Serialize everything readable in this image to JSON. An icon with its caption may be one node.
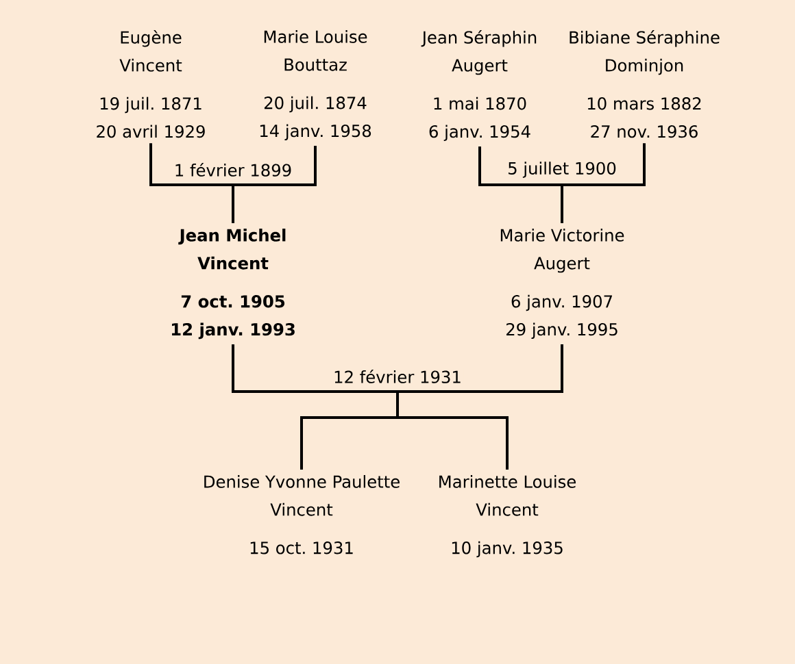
{
  "diagram": {
    "nodes": [
      {
        "text": [
          "Eugène Vincent",
          "19 juil. 1871",
          "20 avril 1929"
        ]
      },
      {
        "text": [
          "Marie Louise Bouttaz",
          "20 juil. 1874",
          "14 janv. 1958"
        ]
      },
      {
        "text": [
          "Jean Séraphin Augert",
          "1 mai 1870",
          "6 janv. 1954"
        ]
      },
      {
        "text": [
          "Bibiane Séraphine Dominjon",
          "10 mars 1882",
          "27 nov. 1936"
        ]
      },
      {
        "text": [
          "Jean Michel Vincent",
          "7 oct. 1905",
          "12 janv. 1993"
        ]
      },
      {
        "text": [
          "Marie Victorine Augert",
          "6 janv. 1907",
          "29 janv. 1995"
        ]
      },
      {
        "text": [
          "Denise Yvonne Paulette Vincent",
          "15 oct. 1931"
        ]
      },
      {
        "text": [
          "Marinette Louise Vincent",
          "10 janv. 1935"
        ]
      }
    ],
    "edges": [
      {
        "from": 0,
        "to": 4,
        "arrow": "none",
        "label": "1 février 1899"
      },
      {
        "from": 1,
        "to": 4,
        "arrow": "none"
      },
      {
        "from": 2,
        "to": 5,
        "arrow": "none",
        "label": "5 juillet 1900"
      },
      {
        "from": 3,
        "to": 5,
        "arrow": "none"
      },
      {
        "from": 4,
        "to": 6,
        "arrow": "none",
        "label": "12 février 1931"
      },
      {
        "from": 5,
        "to": 6,
        "arrow": "none"
      },
      {
        "from": 4,
        "to": 7,
        "arrow": "none"
      },
      {
        "from": 5,
        "to": 7,
        "arrow": "none"
      }
    ]
  }
}
